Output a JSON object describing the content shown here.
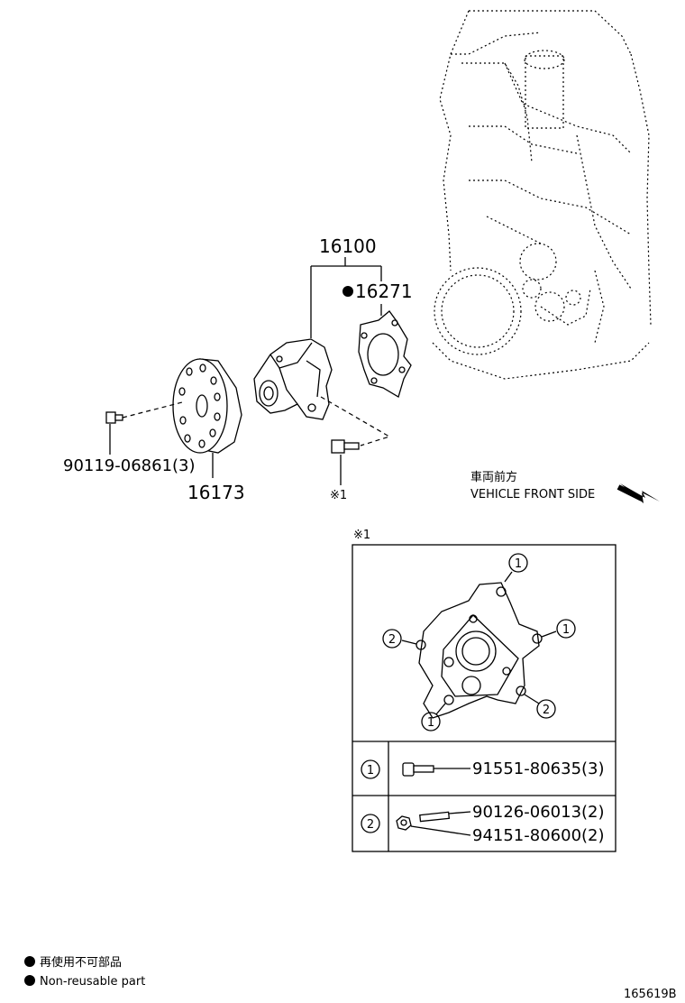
{
  "parts": {
    "water_pump_assy": "16100",
    "gasket": "16271",
    "pulley": "16173",
    "pulley_bolt": "90119-06861(3)",
    "ref_mark": "※1"
  },
  "direction": {
    "japanese": "車両前方",
    "english": "VEHICLE FRONT SIDE"
  },
  "detail": {
    "title": "※1",
    "rows": [
      {
        "index": "1",
        "parts": [
          "91551-80635(3)"
        ]
      },
      {
        "index": "2",
        "parts": [
          "90126-06013(2)",
          "94151-80600(2)"
        ]
      }
    ]
  },
  "legend": {
    "japanese": "再使用不可部品",
    "english": "Non-reusable part"
  },
  "figure_id": "165619B"
}
